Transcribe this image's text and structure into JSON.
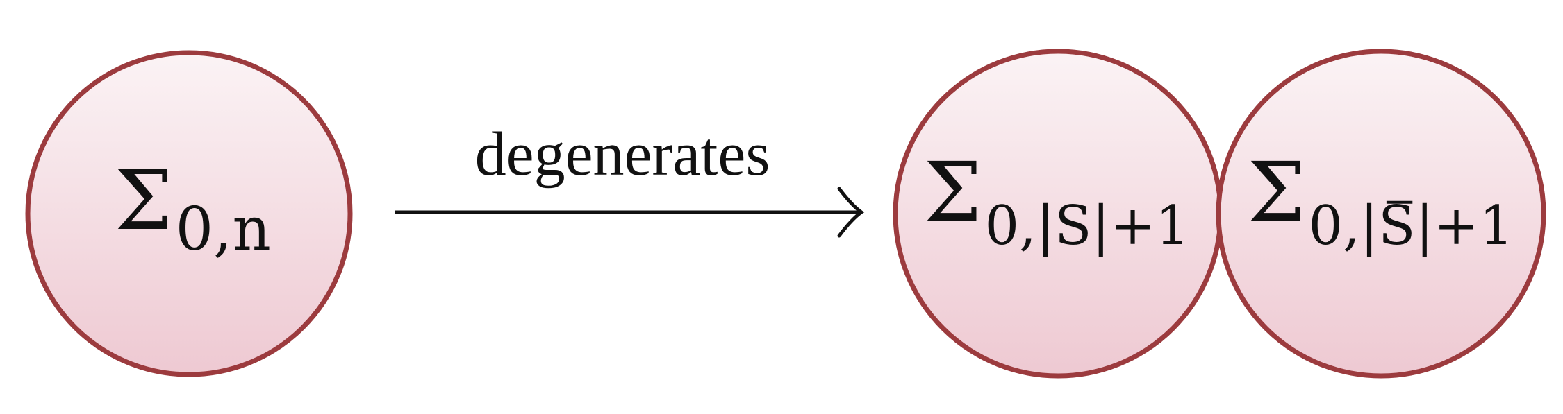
{
  "colors": {
    "circle_stroke": "#9c3b3e",
    "circle_fill_top": "#fbf3f5",
    "circle_fill_bottom": "#eec9d2",
    "arrow": "#111111"
  },
  "left_surface": {
    "symbol": "Σ",
    "subscript": "0,n"
  },
  "arrow": {
    "label": "degenerates"
  },
  "right_surface_a": {
    "symbol": "Σ",
    "subscript": "0,|S|+1"
  },
  "right_surface_b": {
    "symbol": "Σ",
    "subscript_prefix": "0,|",
    "subscript_var": "S",
    "subscript_suffix": "|+1"
  }
}
